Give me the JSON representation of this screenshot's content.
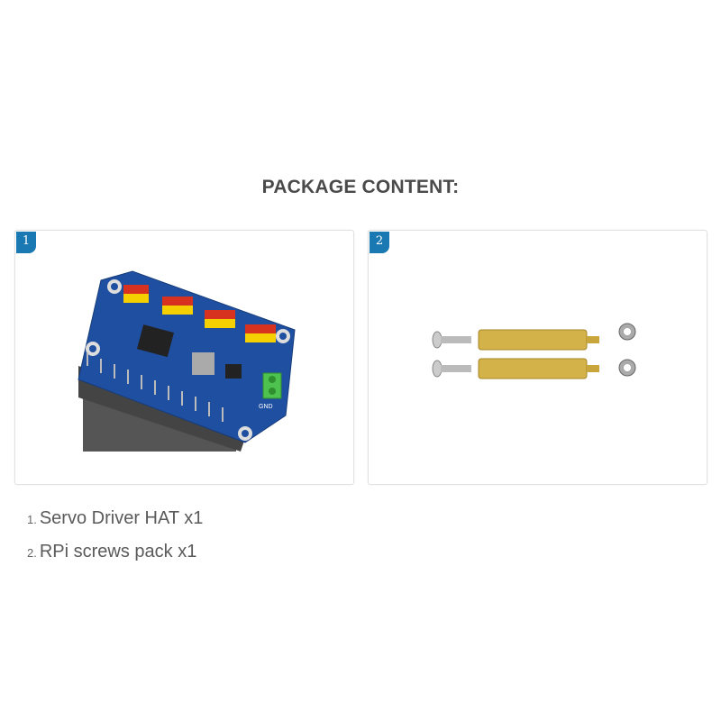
{
  "title": "PACKAGE CONTENT:",
  "cards": [
    {
      "badge": "1",
      "image": "servo-driver-hat-board"
    },
    {
      "badge": "2",
      "image": "rpi-screws-pack"
    }
  ],
  "board_label": "GND",
  "items": [
    {
      "number": "1.",
      "label": "Servo Driver HAT x1"
    },
    {
      "number": "2.",
      "label": "RPi screws pack x1"
    }
  ],
  "colors": {
    "badge": "#1a78b3",
    "pcb": "#1f4fa0",
    "brass": "#d4b24a"
  }
}
